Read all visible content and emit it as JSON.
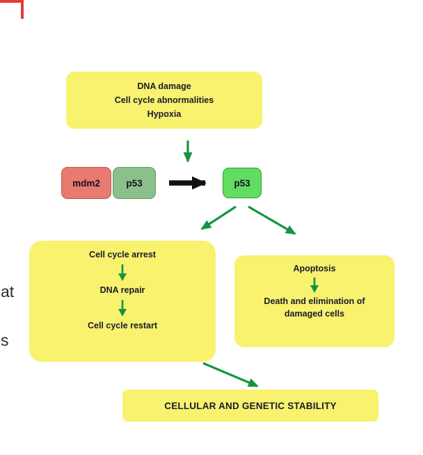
{
  "colors": {
    "background": "#ffffff",
    "box_yellow": "#f8f26e",
    "mdm2_red": "#e97a6f",
    "p53_bound_green": "#8cc08b",
    "p53_active_green": "#62dd62",
    "arrow_green": "#149540",
    "arrow_black": "#111111",
    "crop_mark_red": "#e23b3b",
    "label_text": "#1a1a2e"
  },
  "boxes": {
    "stimuli": {
      "lines": [
        "DNA damage",
        "Cell cycle abnormalities",
        "Hypoxia"
      ]
    },
    "mdm2": {
      "label": "mdm2"
    },
    "p53_bound": {
      "label": "p53"
    },
    "p53_active": {
      "label": "p53"
    },
    "cell_cycle": {
      "steps": [
        "Cell cycle arrest",
        "DNA repair",
        "Cell cycle restart"
      ]
    },
    "apoptosis": {
      "title": "Apoptosis",
      "result_lines": [
        "Death and elimination of",
        "damaged cells"
      ]
    },
    "outcome": {
      "label": "CELLULAR AND GENETIC STABILITY"
    }
  },
  "margin_text": {
    "fragment_1": "at",
    "fragment_2": "s"
  }
}
